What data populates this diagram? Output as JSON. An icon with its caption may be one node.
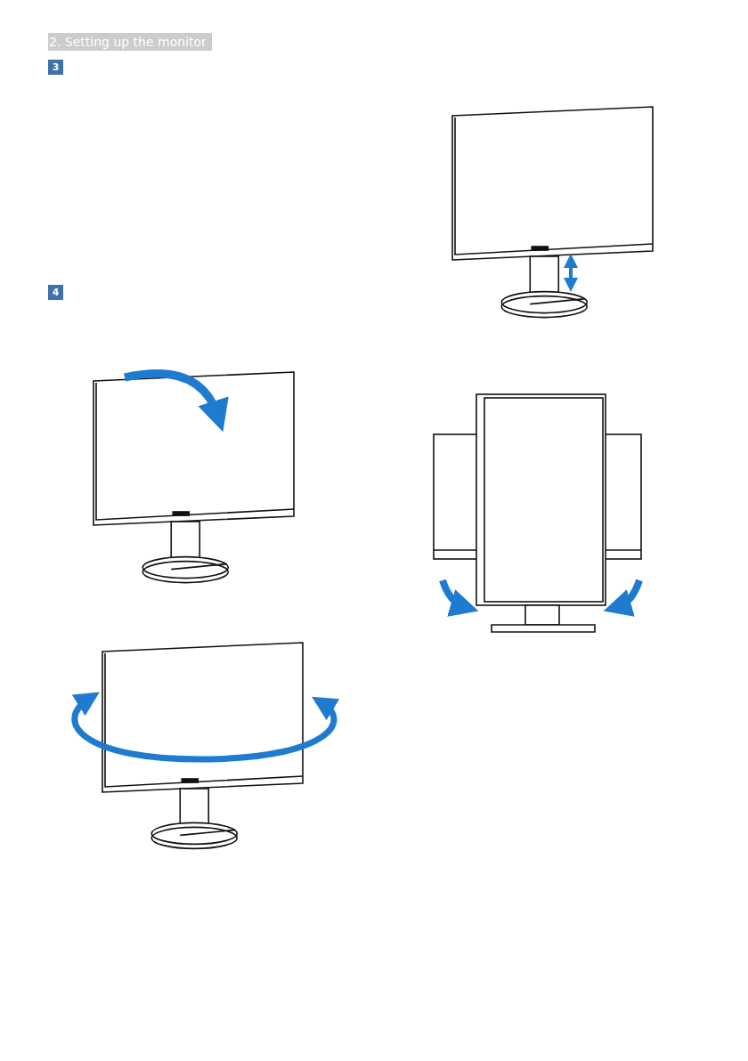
{
  "diagram": {
    "title": "2. Setting up the monitor",
    "labels": [
      "3",
      "4"
    ]
  }
}
